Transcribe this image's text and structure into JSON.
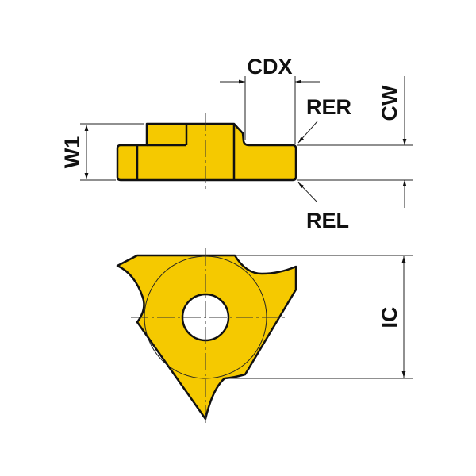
{
  "title": "Grooving insert dimensions",
  "labels": {
    "cdx": "CDX",
    "cw": "CW",
    "rer": "RER",
    "rel": "REL",
    "w1": "W1",
    "ic": "IC"
  },
  "colors": {
    "insert_fill": "#F5C900",
    "outline": "#111111"
  }
}
